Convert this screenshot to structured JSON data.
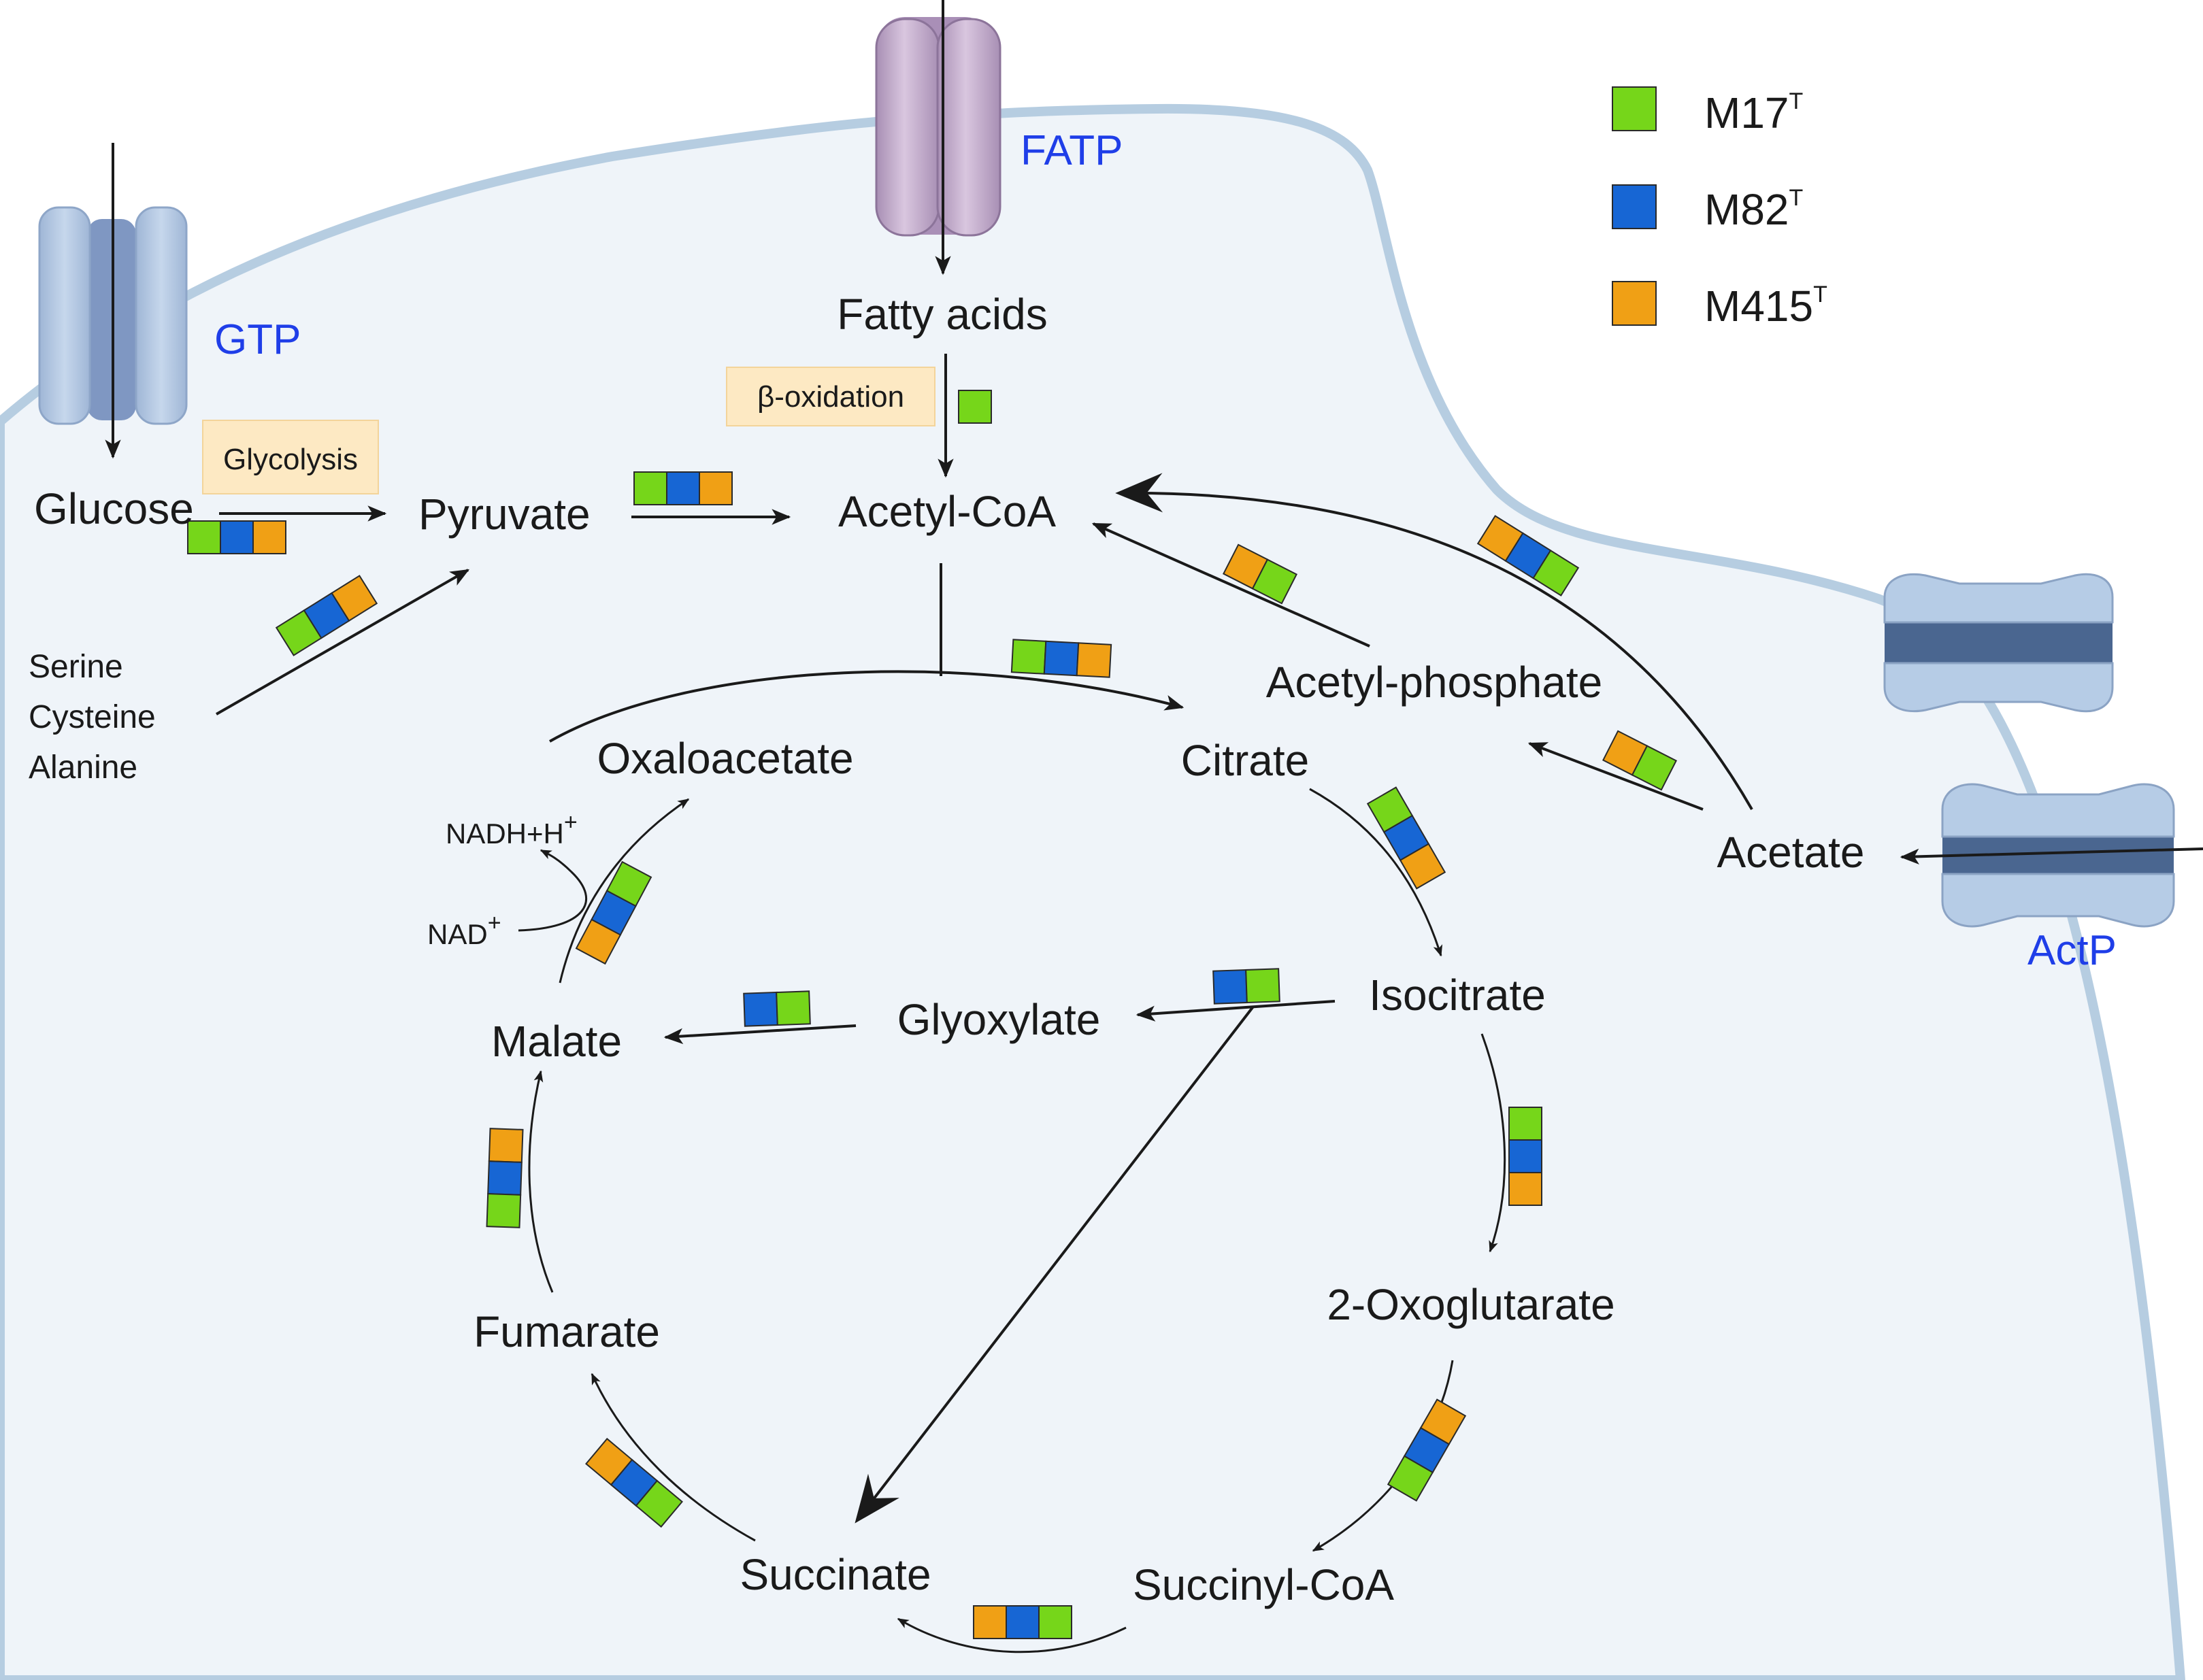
{
  "colors": {
    "M17": "#76d61a",
    "M82": "#1766d4",
    "M415": "#f0a015",
    "cell_fill": "#eff4f9",
    "membrane": "#b6cde1",
    "transporter_blue": "#b3c8e2",
    "transporter_dark": "#7d97bd",
    "transporter_purple": "#c3aecb",
    "label_box": "#fde9c3",
    "transporter_label": "#1f3ee8"
  },
  "legend": [
    {
      "key": "M17",
      "label": "M17",
      "sup": "T"
    },
    {
      "key": "M82",
      "label": "M82",
      "sup": "T"
    },
    {
      "key": "M415",
      "label": "M415",
      "sup": "T"
    }
  ],
  "transporters": {
    "gtp": "GTP",
    "fatp": "FATP",
    "actp": "ActP"
  },
  "process_labels": {
    "glycolysis": "Glycolysis",
    "beta_oxidation": "β-oxidation"
  },
  "metabolites": {
    "glucose": "Glucose",
    "pyruvate": "Pyruvate",
    "fatty_acids": "Fatty acids",
    "acetyl_coa": "Acetyl-CoA",
    "acetyl_phosphate": "Acetyl-phosphate",
    "acetate": "Acetate",
    "oxaloacetate": "Oxaloacetate",
    "citrate": "Citrate",
    "isocitrate": "Isocitrate",
    "glyoxylate": "Glyoxylate",
    "malate": "Malate",
    "fumarate": "Fumarate",
    "succinate": "Succinate",
    "succinyl_coa": "Succinyl-CoA",
    "oxoglutarate": "2-Oxoglutarate"
  },
  "amino_acids": [
    "Serine",
    "Cysteine",
    "Alanine"
  ],
  "cofactors": {
    "nadh": "NADH+H",
    "nadh_sup": "+",
    "nad": "NAD",
    "nad_sup": "+"
  },
  "enzyme_markers": [
    {
      "step": "glycolysis",
      "strains": [
        "M17",
        "M82",
        "M415"
      ]
    },
    {
      "step": "amino-acids-to-pyruvate",
      "strains": [
        "M17",
        "M82",
        "M415"
      ]
    },
    {
      "step": "beta-oxidation",
      "strains": [
        "M17"
      ]
    },
    {
      "step": "pyruvate-to-acetyl-coa",
      "strains": [
        "M17",
        "M82",
        "M415"
      ]
    },
    {
      "step": "acetate-to-acetyl-coa",
      "strains": [
        "M415",
        "M82",
        "M17"
      ]
    },
    {
      "step": "acetyl-phosphate-to-acetyl-coa",
      "strains": [
        "M415",
        "M17"
      ]
    },
    {
      "step": "acetate-to-acetyl-phosphate",
      "strains": [
        "M415",
        "M17"
      ]
    },
    {
      "step": "citrate-synthase",
      "strains": [
        "M17",
        "M82",
        "M415"
      ]
    },
    {
      "step": "citrate-to-isocitrate",
      "strains": [
        "M17",
        "M82",
        "M415"
      ]
    },
    {
      "step": "isocitrate-lyase",
      "strains": [
        "M82",
        "M17"
      ]
    },
    {
      "step": "malate-synthase",
      "strains": [
        "M82",
        "M17"
      ]
    },
    {
      "step": "isocitrate-to-oxoglutarate",
      "strains": [
        "M17",
        "M82",
        "M415"
      ]
    },
    {
      "step": "oxoglutarate-to-succinyl-coa",
      "strains": [
        "M17",
        "M82",
        "M415"
      ]
    },
    {
      "step": "succinyl-coa-to-succinate",
      "strains": [
        "M415",
        "M82",
        "M17"
      ]
    },
    {
      "step": "succinate-to-fumarate",
      "strains": [
        "M415",
        "M82",
        "M17"
      ]
    },
    {
      "step": "fumarate-to-malate",
      "strains": [
        "M415",
        "M82",
        "M17"
      ]
    },
    {
      "step": "malate-to-oxaloacetate",
      "strains": [
        "M415",
        "M82",
        "M17"
      ]
    }
  ]
}
